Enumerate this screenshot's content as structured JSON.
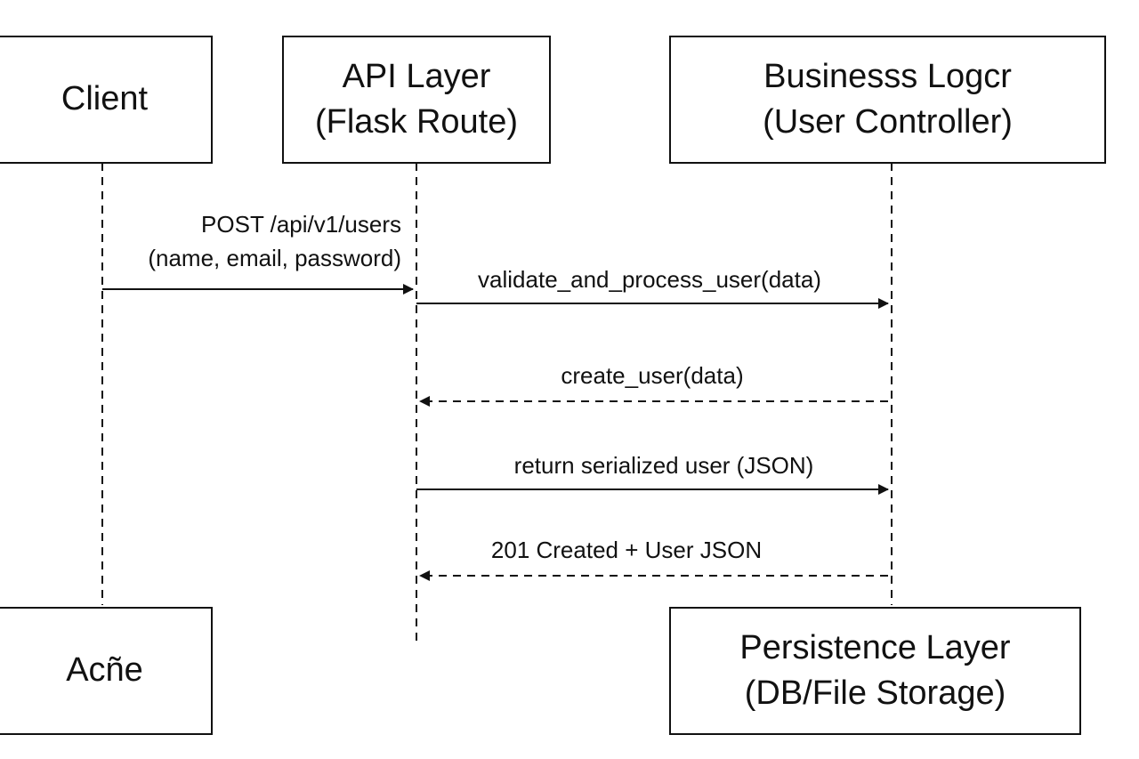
{
  "participants": {
    "client": {
      "lines": [
        "Client"
      ]
    },
    "api": {
      "lines": [
        "API Layer",
        "(Flask Route)"
      ]
    },
    "business": {
      "lines": [
        "Businesss Logcr",
        "(User Controller)"
      ]
    },
    "client_bottom": {
      "lines": [
        "Acñe"
      ]
    },
    "persistence": {
      "lines": [
        "Persistence Layer",
        "(DB/File Storage)"
      ]
    }
  },
  "messages": [
    {
      "lines": [
        "POST /api/v1/users",
        "(name, email, password)"
      ],
      "from": "client",
      "to": "api",
      "style": "solid"
    },
    {
      "lines": [
        "validate_and_process_user(data)"
      ],
      "from": "api",
      "to": "business",
      "style": "solid"
    },
    {
      "lines": [
        "create_user(data)"
      ],
      "from": "business",
      "to": "api",
      "style": "dashed"
    },
    {
      "lines": [
        "return serialized user (JSON)"
      ],
      "from": "api",
      "to": "business",
      "style": "solid"
    },
    {
      "lines": [
        "201 Created + User JSON"
      ],
      "from": "business",
      "to": "api",
      "style": "dashed"
    }
  ]
}
